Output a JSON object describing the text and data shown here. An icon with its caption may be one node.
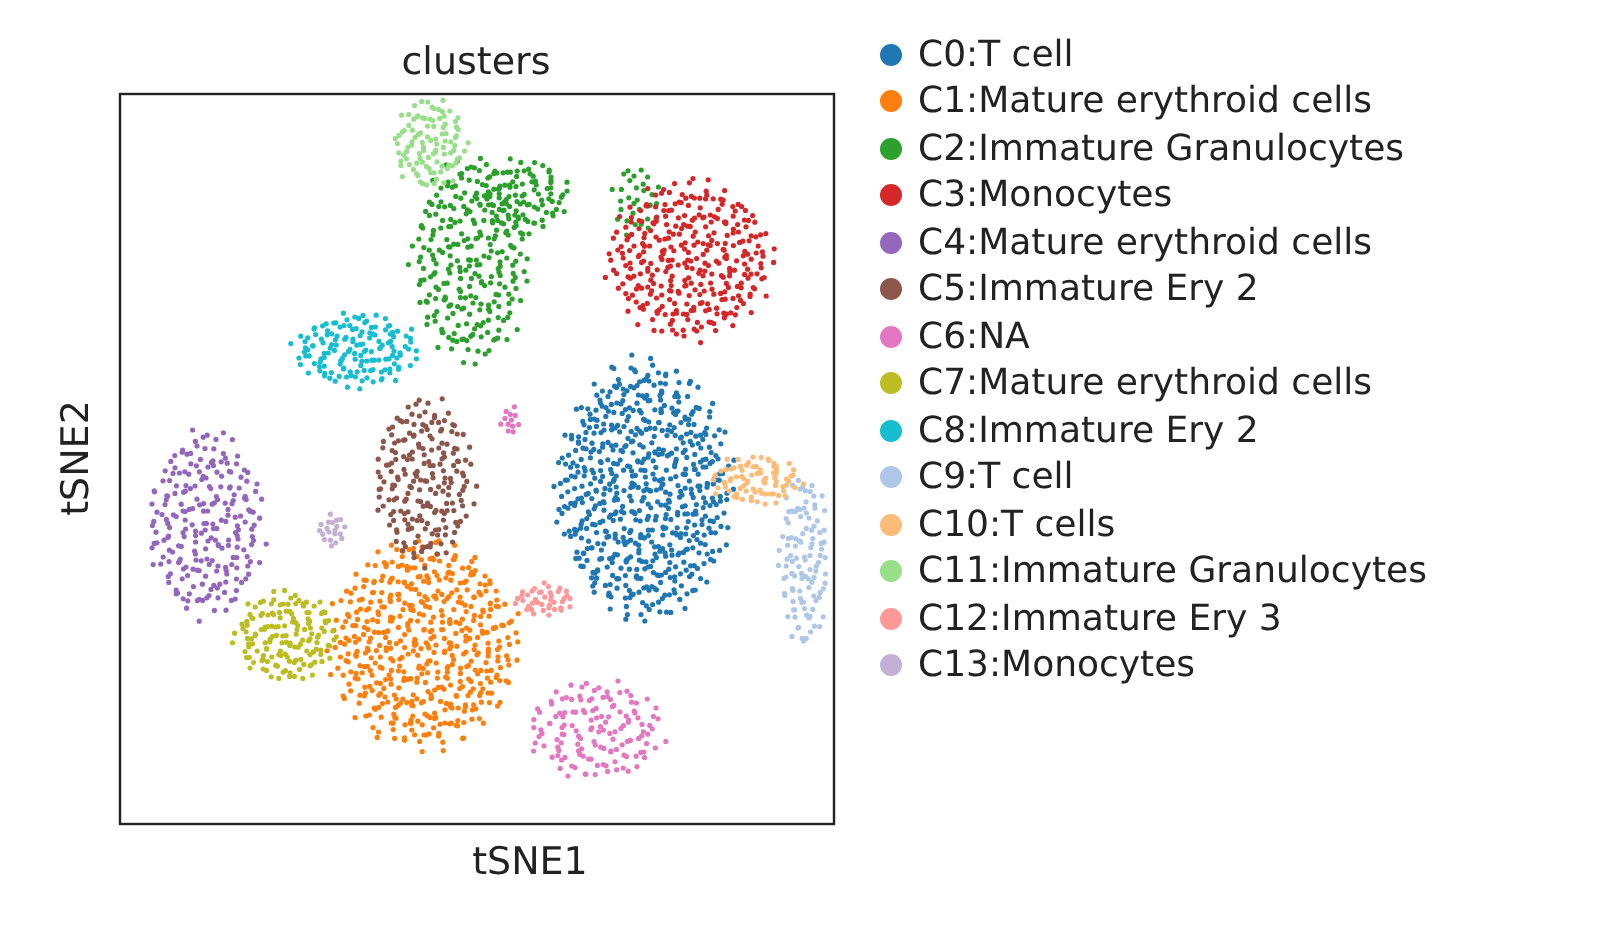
{
  "diagram": {
    "title": "clusters",
    "labels": [
      "tSNE2",
      "tSNE1"
    ],
    "legend": [
      {
        "text": "C0:T cell",
        "color": "#1f77b4"
      },
      {
        "text": "C1:Mature erythroid cells",
        "color": "#ff7f0e"
      },
      {
        "text": "C2:Immature Granulocytes",
        "color": "#2ca02c"
      },
      {
        "text": "C3:Monocytes",
        "color": "#d62728"
      },
      {
        "text": "C4:Mature erythroid cells",
        "color": "#9467bd"
      },
      {
        "text": "C5:Immature Ery 2",
        "color": "#8c564b"
      },
      {
        "text": "C6:NA",
        "color": "#e377c2"
      },
      {
        "text": "C7:Mature erythroid cells",
        "color": "#bcbd22"
      },
      {
        "text": "C8:Immature Ery 2",
        "color": "#17becf"
      },
      {
        "text": "C9:T cell",
        "color": "#aec7e8"
      },
      {
        "text": "C10:T cells",
        "color": "#ffbb78"
      },
      {
        "text": "C11:Immature Granulocytes",
        "color": "#98df8a"
      },
      {
        "text": "C12:Immature Ery 3",
        "color": "#ff9896"
      },
      {
        "text": "C13:Monocytes",
        "color": "#c5b0d5"
      }
    ]
  }
}
